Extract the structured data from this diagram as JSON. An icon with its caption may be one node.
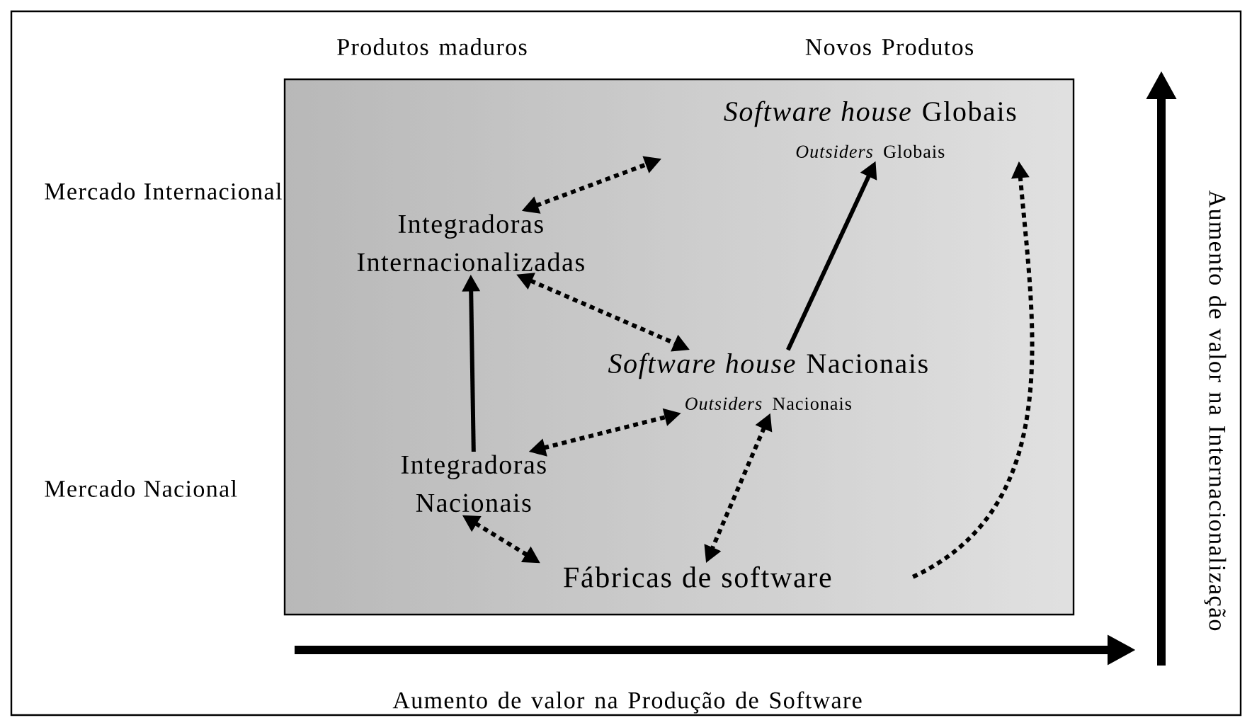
{
  "diagram": {
    "nodes": [
      {
        "text": [],
        "shape": "box"
      },
      {
        "text": [
          "*Software house* Globais",
          "*Outsiders* Globais"
        ],
        "in": 0
      },
      {
        "text": [
          "Integradoras Internacionalizadas"
        ],
        "in": 0
      },
      {
        "text": [
          "*Software house* Nacionais",
          "*Outsiders* Nacionais"
        ],
        "in": 0
      },
      {
        "text": [
          "Integradoras Nacionais"
        ],
        "in": 0
      },
      {
        "text": [
          "Fábricas de software"
        ],
        "in": 0
      }
    ],
    "edges": [
      {
        "from": 2,
        "to": 1,
        "arrow": "both",
        "style": "dashed"
      },
      {
        "from": 2,
        "to": 3,
        "arrow": "both",
        "style": "dashed"
      },
      {
        "from": 4,
        "to": 2,
        "arrow": "to"
      },
      {
        "from": 4,
        "to": 3,
        "arrow": "both",
        "style": "dashed"
      },
      {
        "from": 3,
        "to": 1,
        "arrow": "to"
      },
      {
        "from": 3,
        "to": 5,
        "arrow": "both",
        "style": "dashed"
      },
      {
        "from": 4,
        "to": 5,
        "arrow": "both",
        "style": "dashed"
      },
      {
        "from": 5,
        "to": 1,
        "arrow": "to",
        "style": "dashed"
      }
    ],
    "labels": [
      "Produtos maduros",
      "Novos Produtos",
      "Mercado Internacional",
      "Mercado Nacional",
      "Aumento de valor na Internacionalização",
      "Aumento de valor na Produção de Software"
    ]
  }
}
